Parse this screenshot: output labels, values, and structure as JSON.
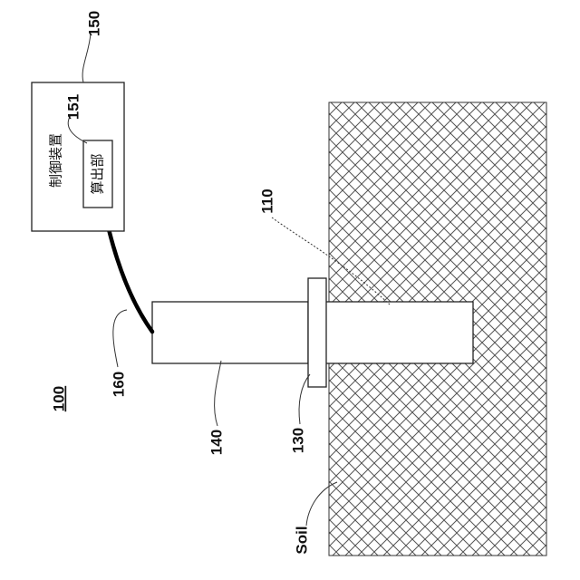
{
  "figure": {
    "labels": {
      "system": "100",
      "control_device": "150",
      "calculation_unit": "151",
      "probe": "110",
      "flange": "130",
      "body": "140",
      "cable": "160",
      "soil": "Soil"
    },
    "control_device_text": "制御装置",
    "calculation_unit_text": "算出部"
  },
  "colors": {
    "line": "#222222",
    "cable": "#000000",
    "hatch": "#555555",
    "background": "#ffffff"
  }
}
